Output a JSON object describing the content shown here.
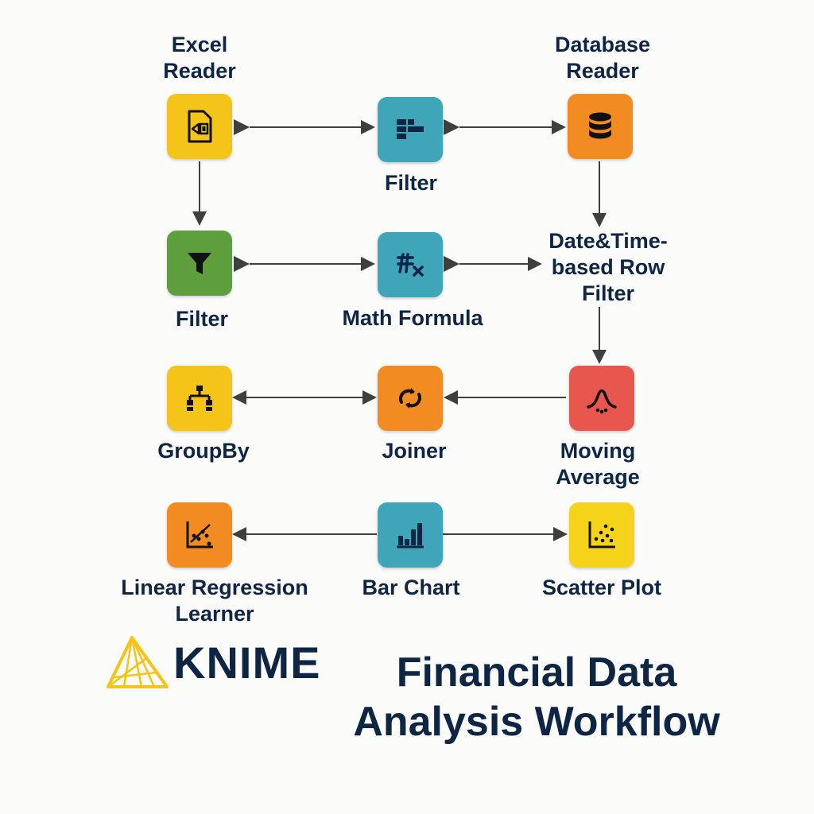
{
  "workflow": {
    "nodes": {
      "excel_reader": {
        "label_lines": [
          "Excel",
          "Reader"
        ],
        "color": "#f5c419",
        "icon": "excel-reader-icon"
      },
      "filter_top": {
        "label": "Filter",
        "color": "#3ea6b8",
        "icon": "filter-table-icon"
      },
      "database_reader": {
        "label_lines": [
          "Database",
          "Reader"
        ],
        "color": "#f28c22",
        "icon": "database-icon"
      },
      "filter_green": {
        "label": "Filter",
        "color": "#5f9e3c",
        "icon": "funnel-icon"
      },
      "math_formula": {
        "label": "Math Formula",
        "color": "#3ea6b8",
        "icon": "math-formula-icon"
      },
      "datetime_filter": {
        "label_lines": [
          "Date&Time-",
          "based Row",
          "Filter"
        ],
        "icon": "datetime-filter-icon"
      },
      "groupby": {
        "label": "GroupBy",
        "color": "#f5c419",
        "icon": "groupby-hierarchy-icon"
      },
      "joiner": {
        "label": "Joiner",
        "color": "#f28c22",
        "icon": "joiner-icon"
      },
      "moving_average": {
        "label_lines": [
          "Moving",
          "Average"
        ],
        "color": "#e8574e",
        "icon": "moving-average-icon"
      },
      "linear_regression": {
        "label_lines": [
          "Linear Regression",
          "Learner"
        ],
        "color": "#f28c22",
        "icon": "regression-icon"
      },
      "bar_chart": {
        "label": "Bar Chart",
        "color": "#3ea6b8",
        "icon": "bar-chart-icon"
      },
      "scatter_plot": {
        "label": "Scatter Plot",
        "color": "#f5d31a",
        "icon": "scatter-plot-icon"
      }
    }
  },
  "logo": {
    "text": "KNIME",
    "color": "#f5c419"
  },
  "title": {
    "line1": "Financial Data",
    "line2": "Analysis Workflow",
    "color": "#0f2544"
  },
  "colors": {
    "connector": "#3f3f3f",
    "background": "#fbfbf9"
  }
}
